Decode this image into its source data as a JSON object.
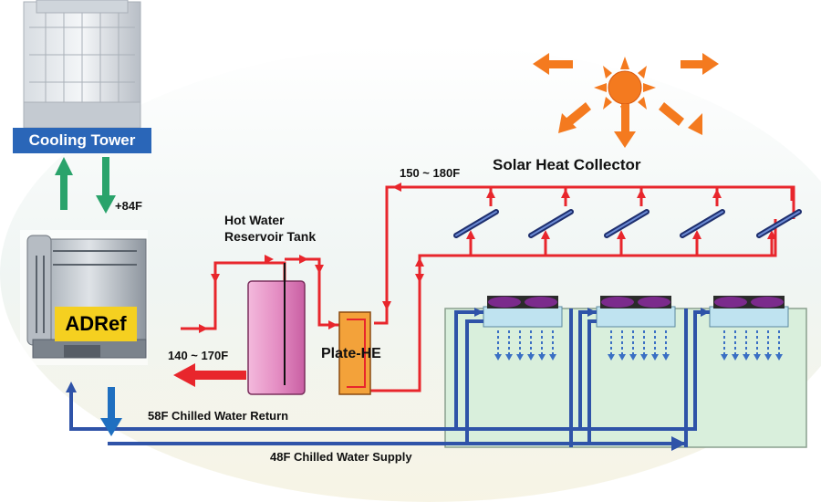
{
  "labels": {
    "cooling_tower": "Cooling Tower",
    "temp_84": "+84F",
    "hot_water_line1": "Hot Water",
    "hot_water_line2": "Reservoir Tank",
    "adref": "ADRef",
    "temp_140_170": "140 ~ 170F",
    "plate_he": "Plate-HE",
    "temp_150_180": "150 ~ 180F",
    "solar_collector": "Solar Heat Collector",
    "chilled_return": "58F Chilled Water Return",
    "chilled_supply": "48F Chilled Water Supply"
  },
  "colors": {
    "hot_pipe": "#e8262c",
    "chilled_pipe": "#2f53a8",
    "cooling_pipe": "#2aa36b",
    "sun": "#f47a1f",
    "tank": "#e58fc4",
    "plate_he": "#f3a23a",
    "room": "#d9efdc",
    "fan_coil": "#bfe3f0",
    "fan": "#7b2a8c"
  },
  "icons": [
    "cooling-tower-icon",
    "adref-chiller-icon",
    "sun-icon",
    "solar-panel-icon",
    "fan-coil-icon"
  ]
}
